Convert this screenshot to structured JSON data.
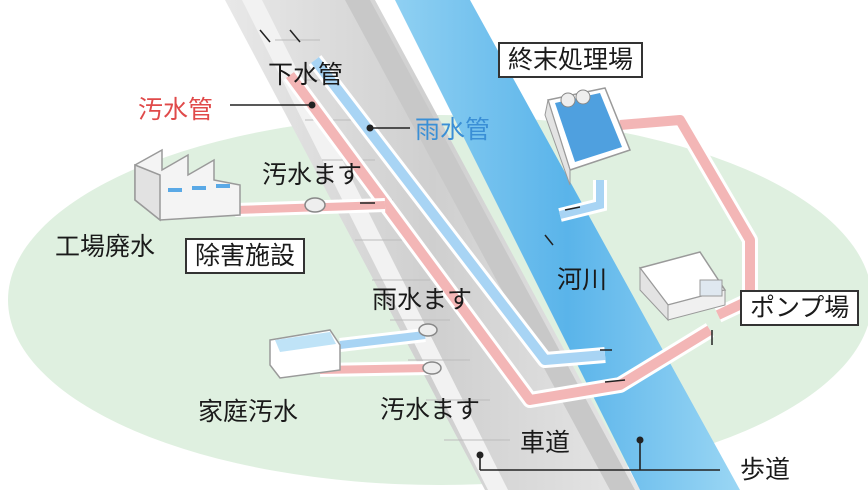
{
  "labels": {
    "sewer_main": "下水管",
    "wastewater_pipe": "汚水管",
    "rainwater_pipe": "雨水管",
    "treatment_plant": "終末処理場",
    "wastewater_inlet_top": "汚水ます",
    "factory_wastewater": "工場廃水",
    "pretreatment_facility": "除害施設",
    "river": "河川",
    "rainwater_inlet": "雨水ます",
    "pump_station": "ポンプ場",
    "household_wastewater": "家庭汚水",
    "wastewater_inlet_bottom": "汚水ます",
    "roadway": "車道",
    "sidewalk": "歩道"
  },
  "colors": {
    "wastewater": "#e04a4a",
    "rainwater": "#3a8fd6",
    "river": "#6ec0ee",
    "ground": "#dff0e0"
  }
}
